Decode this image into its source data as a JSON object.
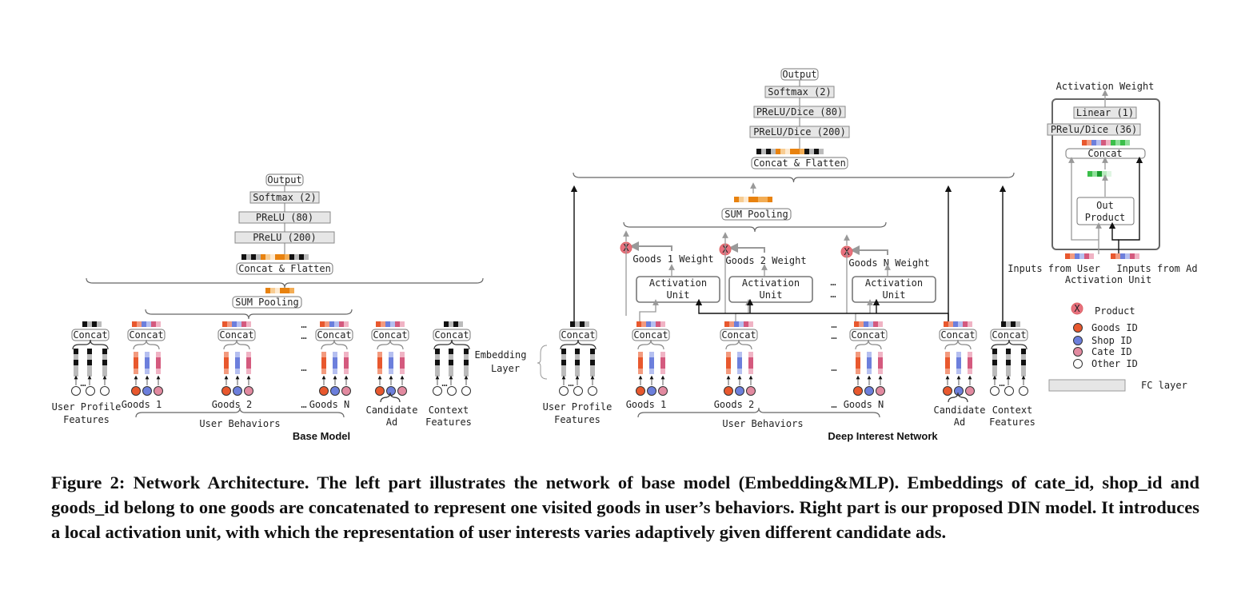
{
  "colors": {
    "goods": "#e8582e",
    "shop": "#6c7fdc",
    "cate": "#e28aa0",
    "other": "#ffffff",
    "fc_fill": "#e6e6e6",
    "product": "#e8707e",
    "orange_dark": "#e8820f",
    "orange_light": "#f7cc92",
    "green": "#3bbf4a"
  },
  "base_model": {
    "title": "Base Model",
    "output": "Output",
    "layers": [
      "Softmax (2)",
      "PReLU (80)",
      "PReLU (200)"
    ],
    "concat_flatten": "Concat & Flatten",
    "sum_pooling": "SUM Pooling",
    "concat_label": "Concat",
    "groups": {
      "user_profile": [
        "User Profile",
        "Features"
      ],
      "goods1": "Goods 1",
      "goods2": "Goods 2",
      "goodsN": "Goods N",
      "candidate": [
        "Candidate",
        "Ad"
      ],
      "context": [
        "Context",
        "Features"
      ],
      "user_behaviors": "User Behaviors"
    },
    "ellipsis": "…"
  },
  "din": {
    "title": "Deep Interest Network",
    "output": "Output",
    "layers": [
      "Softmax (2)",
      "PReLU/Dice (80)",
      "PReLU/Dice (200)"
    ],
    "concat_flatten": "Concat & Flatten",
    "sum_pooling": "SUM Pooling",
    "activation_unit": [
      "Activation",
      "Unit"
    ],
    "weights": [
      "Goods 1 Weight",
      "Goods 2 Weight",
      "Goods N Weight"
    ],
    "product_symbol": "X",
    "embedding_layer": [
      "Embedding",
      "Layer"
    ],
    "concat_label": "Concat",
    "groups": {
      "user_profile": [
        "User Profile",
        "Features"
      ],
      "goods1": "Goods 1",
      "goods2": "Goods 2",
      "goodsN": "Goods N",
      "candidate": [
        "Candidate",
        "Ad"
      ],
      "context": [
        "Context",
        "Features"
      ],
      "user_behaviors": "User Behaviors"
    },
    "ellipsis": "…"
  },
  "activation_unit_detail": {
    "top_label": "Activation Weight",
    "layers": [
      "Linear (1)",
      "PRelu/Dice (36)"
    ],
    "concat": "Concat",
    "out_product": [
      "Out",
      "Product"
    ],
    "inputs_user": "Inputs from User",
    "inputs_ad": "Inputs from Ad",
    "title": "Activation Unit"
  },
  "legend": {
    "product": "Product",
    "product_symbol": "X",
    "goods_id": "Goods ID",
    "shop_id": "Shop ID",
    "cate_id": "Cate ID",
    "other_id": "Other ID",
    "fc_layer": "FC layer"
  },
  "caption": "Figure 2: Network Architecture. The left part illustrates the network of base model (Embedding&MLP). Embeddings of cate_id, shop_id and goods_id belong to one goods are concatenated to represent one visited goods in user’s behaviors. Right part is our proposed DIN model. It introduces a local activation unit, with which the representation of user interests varies adaptively given different candidate ads."
}
